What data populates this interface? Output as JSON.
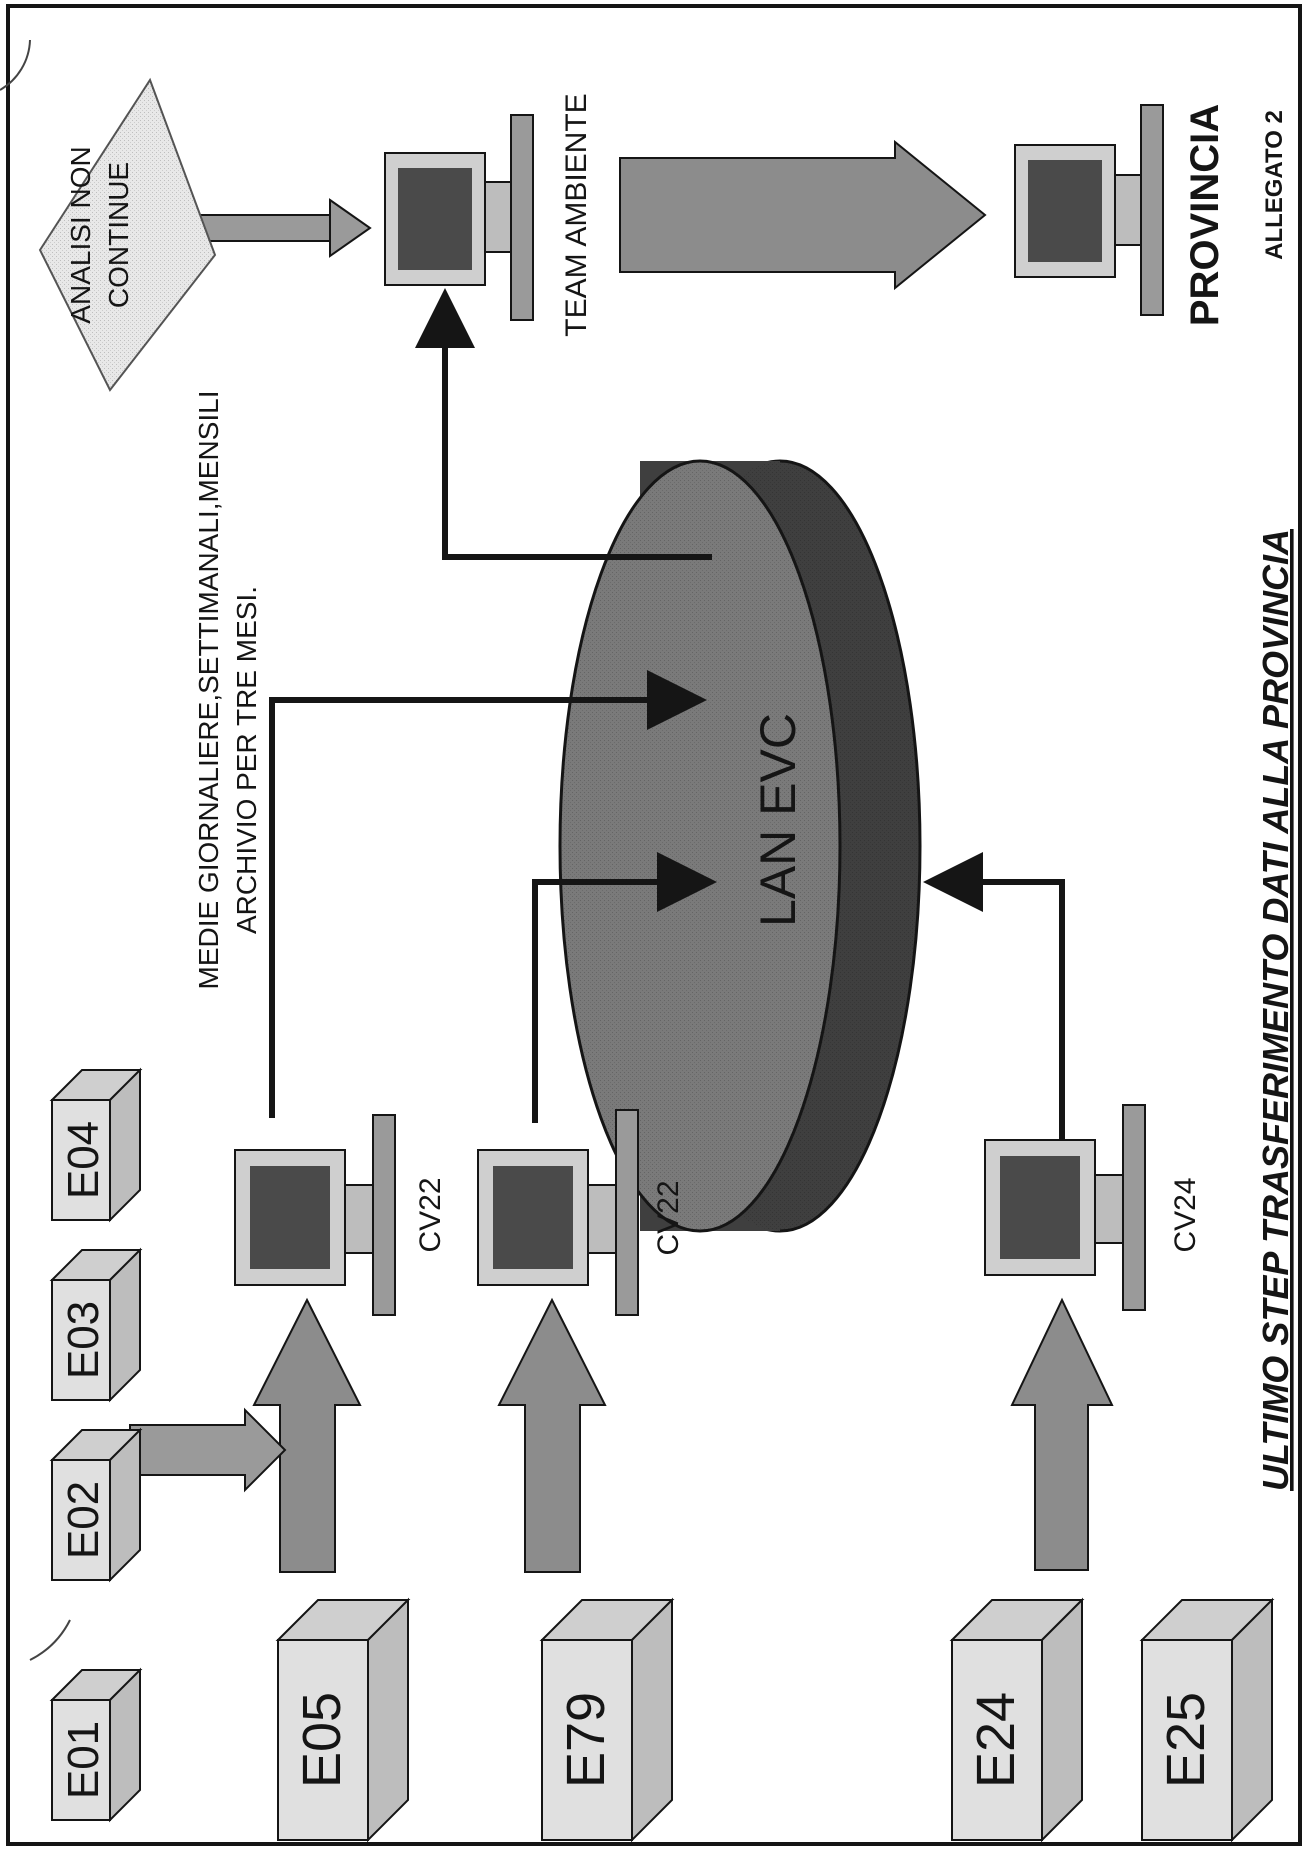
{
  "title": "ULTIMO STEP TRASFERIMENTO DATI ALLA PROVINCIA",
  "allegato": "ALLEGATO 2",
  "network_label": "LAN EVC",
  "data_note": {
    "line1": "MEDIE GIORNALIERE,SETTIMANALI,MENSILI",
    "line2": "ARCHIVIO PER TRE MESI."
  },
  "analysis_note": {
    "line1": "ANALISI NON",
    "line2": "CONTINUE"
  },
  "computers": {
    "cv22_a": "CV22",
    "cv22_b": "CV22",
    "cv24": "CV24",
    "team": "TEAM AMBIENTE",
    "provincia": "PROVINCIA"
  },
  "stations": {
    "small": [
      "E01",
      "E02",
      "E03",
      "E04"
    ],
    "large": [
      "E05",
      "E79",
      "E24",
      "E25"
    ]
  },
  "colors": {
    "paper": "#ffffff",
    "ink": "#151515",
    "box_light": "#e0e0e0",
    "box_mid": "#bdbdbd",
    "arrow": "#8c8c8c",
    "lan_top": "#7a7a7a",
    "lan_side": "#3f3f3f",
    "screen": "#4a4a4a"
  }
}
